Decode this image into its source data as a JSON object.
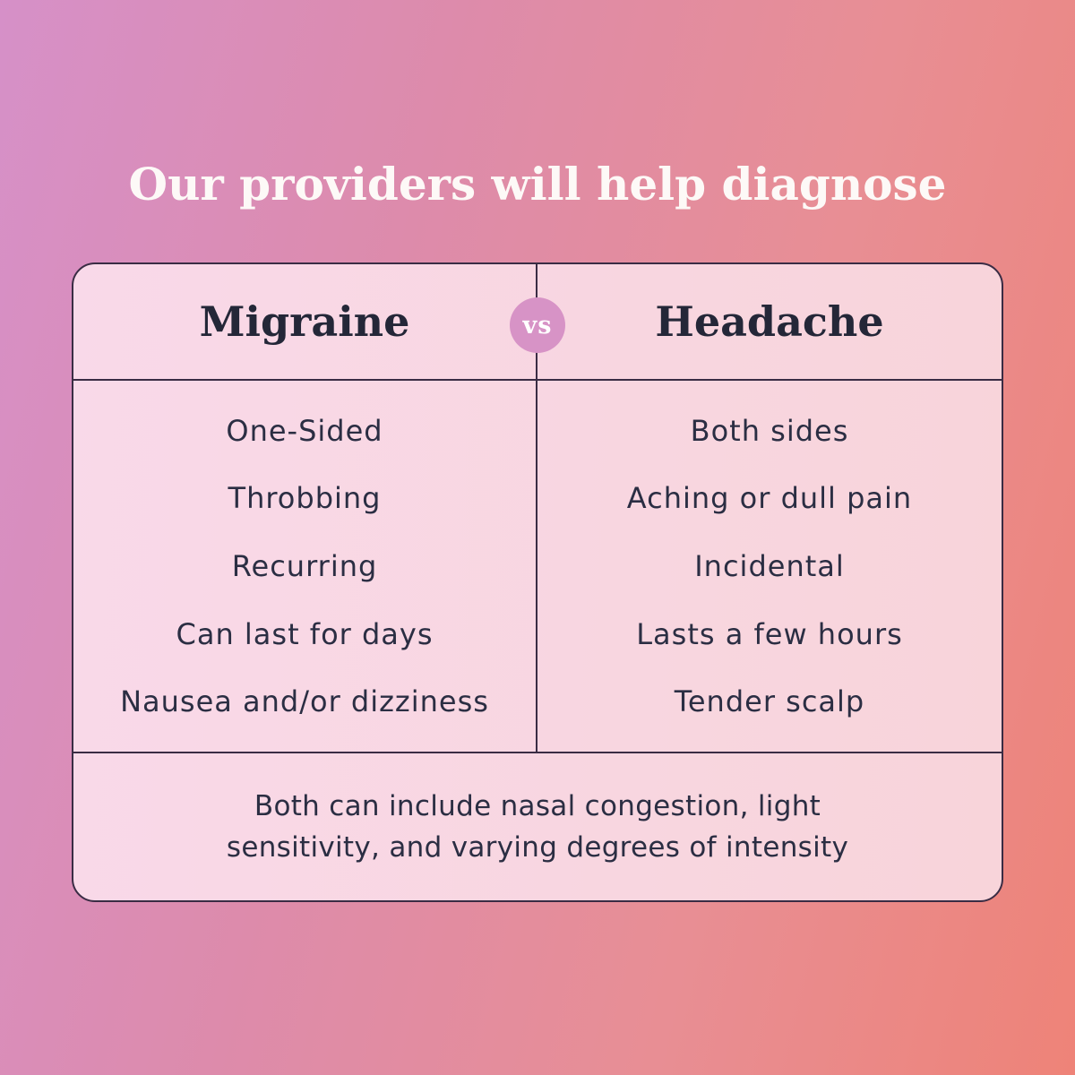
{
  "title": "Our providers will help diagnose",
  "card": {
    "left_header": "Migraine",
    "right_header": "Headache",
    "vs_label": "vs",
    "migraine_items": [
      "One-Sided",
      "Throbbing",
      "Recurring",
      "Can last for days",
      "Nausea and/or dizziness"
    ],
    "headache_items": [
      "Both sides",
      "Aching or dull pain",
      "Incidental",
      "Lasts a few hours",
      "Tender scalp"
    ],
    "footer_lines": [
      "Both can include nasal congestion, light",
      "sensitivity, and varying degrees of intensity"
    ]
  },
  "colors": {
    "background_gradient_start": "#d690c8",
    "background_gradient_end": "#ee8378",
    "card_background_start": "#f9d9e9",
    "card_background_end": "#f8d4da",
    "line_color": "#3a2c44",
    "heading_text": "#242738",
    "body_text": "#2b2e43",
    "title_text": "#fdf9f7",
    "vs_badge_background": "#d793c6",
    "vs_badge_text": "#ffffff"
  }
}
